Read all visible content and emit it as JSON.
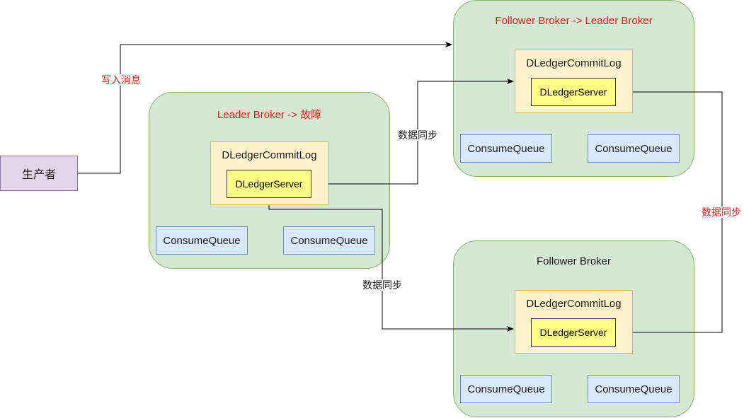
{
  "producer": {
    "label": "生产者"
  },
  "old_leader": {
    "title": "Leader Broker -> 故障",
    "commitlog": "DLedgerCommitLog",
    "server": "DLedgerServer",
    "queues": [
      "ConsumeQueue",
      "ConsumeQueue"
    ]
  },
  "new_leader": {
    "title": "Follower Broker -> Leader Broker",
    "commitlog": "DLedgerCommitLog",
    "server": "DLedgerServer",
    "queues": [
      "ConsumeQueue",
      "ConsumeQueue"
    ]
  },
  "follower": {
    "title": "Follower Broker",
    "commitlog": "DLedgerCommitLog",
    "server": "DLedgerServer",
    "queues": [
      "ConsumeQueue",
      "ConsumeQueue"
    ]
  },
  "edges": {
    "write_label": "写入消息",
    "sync_label_1": "数据同步",
    "sync_label_2": "数据同步",
    "sync_label_3": "数据同步"
  },
  "colors": {
    "broker_fill": "#d5e8d4",
    "commitlog_fill": "#fff2cc",
    "server_fill": "#ffff88",
    "queue_fill": "#dae8fc",
    "producer_fill": "#e1d5e7",
    "alert_text": "#e51c1c"
  }
}
